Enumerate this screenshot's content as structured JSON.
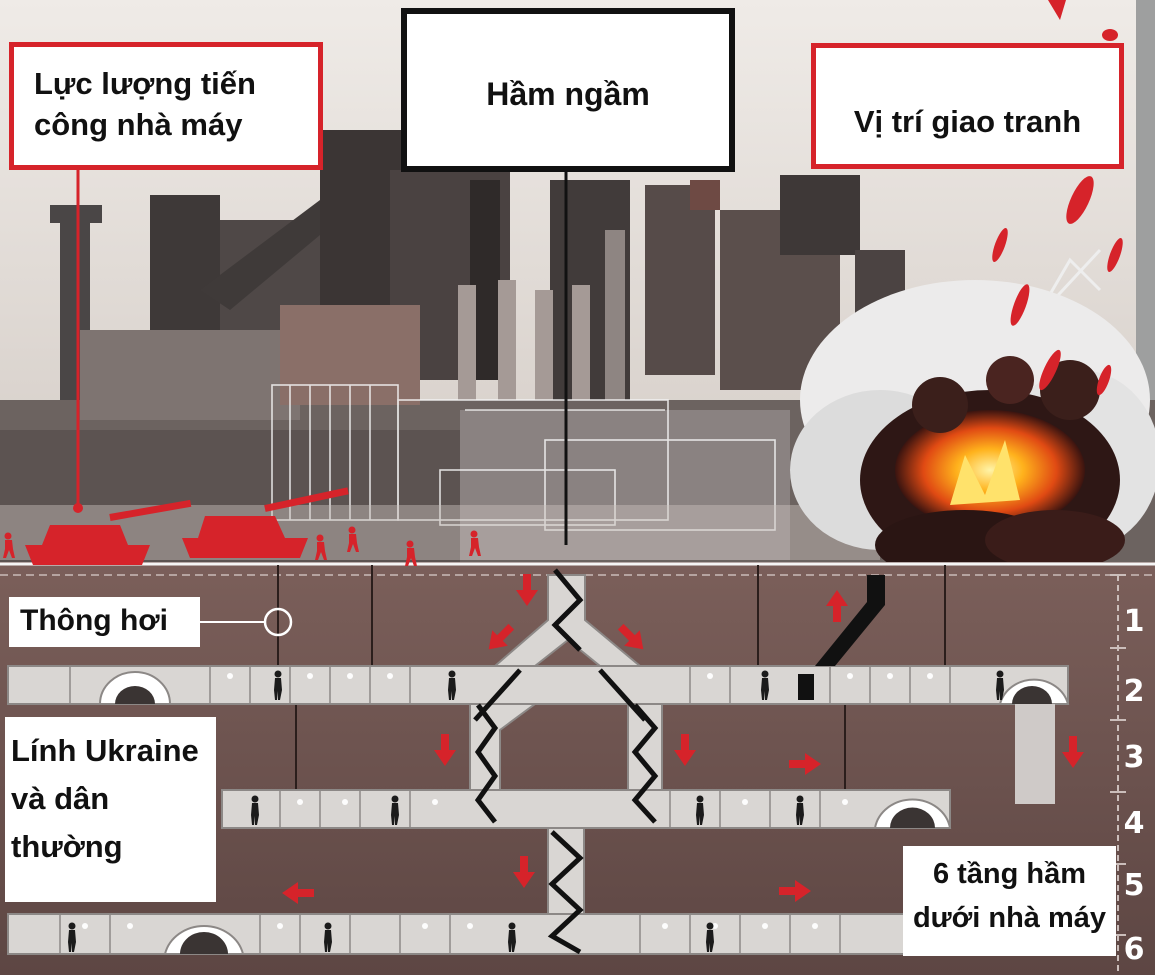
{
  "labels": {
    "attack_force": "Lực lượng tiến công nhà máy",
    "bunker": "Hầm ngầm",
    "battle_position": "Vị trí giao tranh",
    "ventilation": "Thông hơi",
    "defenders": "Lính Ukraine và dân thường",
    "floors_note": "6 tầng hầm dưới nhà máy"
  },
  "levels": [
    "1",
    "2",
    "3",
    "4",
    "5",
    "6"
  ],
  "colors": {
    "accent_red": "#d6232a",
    "ground": "#6e5450",
    "tunnel": "#d9d6d3",
    "sky": "#e7e3df"
  },
  "icons": [
    "tank-icon",
    "soldier-icon",
    "explosion-icon",
    "arrow-icon",
    "tunnel-entrance-icon"
  ]
}
